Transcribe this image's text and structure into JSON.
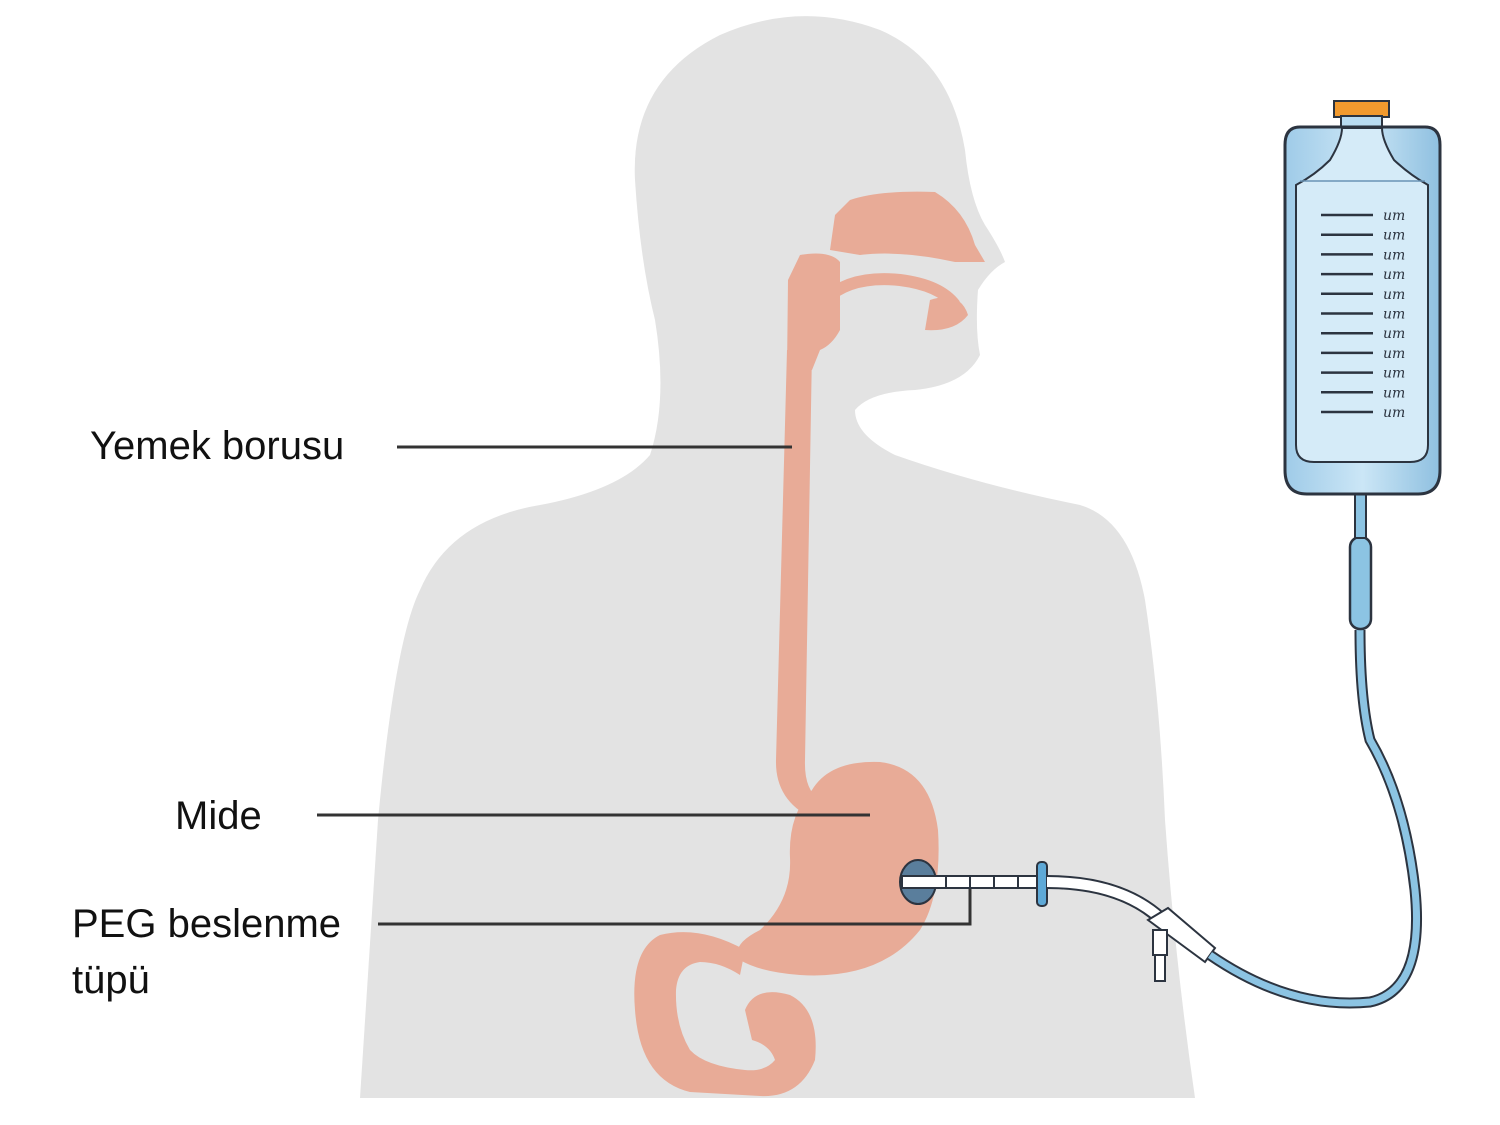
{
  "labels": {
    "esophagus": "Yemek borusu",
    "stomach": "Mide",
    "peg_line1": "PEG beslenme",
    "peg_line2": "tüpü"
  },
  "bottle": {
    "scale_mark": "um"
  },
  "colors": {
    "silhouette": "#e3e3e3",
    "organ": "#e8ab97",
    "bottle_fill": "#b9dcf1",
    "bottle_stroke": "#2c3440",
    "cap": "#f29a2e",
    "tube": "#8cc4e3",
    "leader_line": "#333333"
  }
}
